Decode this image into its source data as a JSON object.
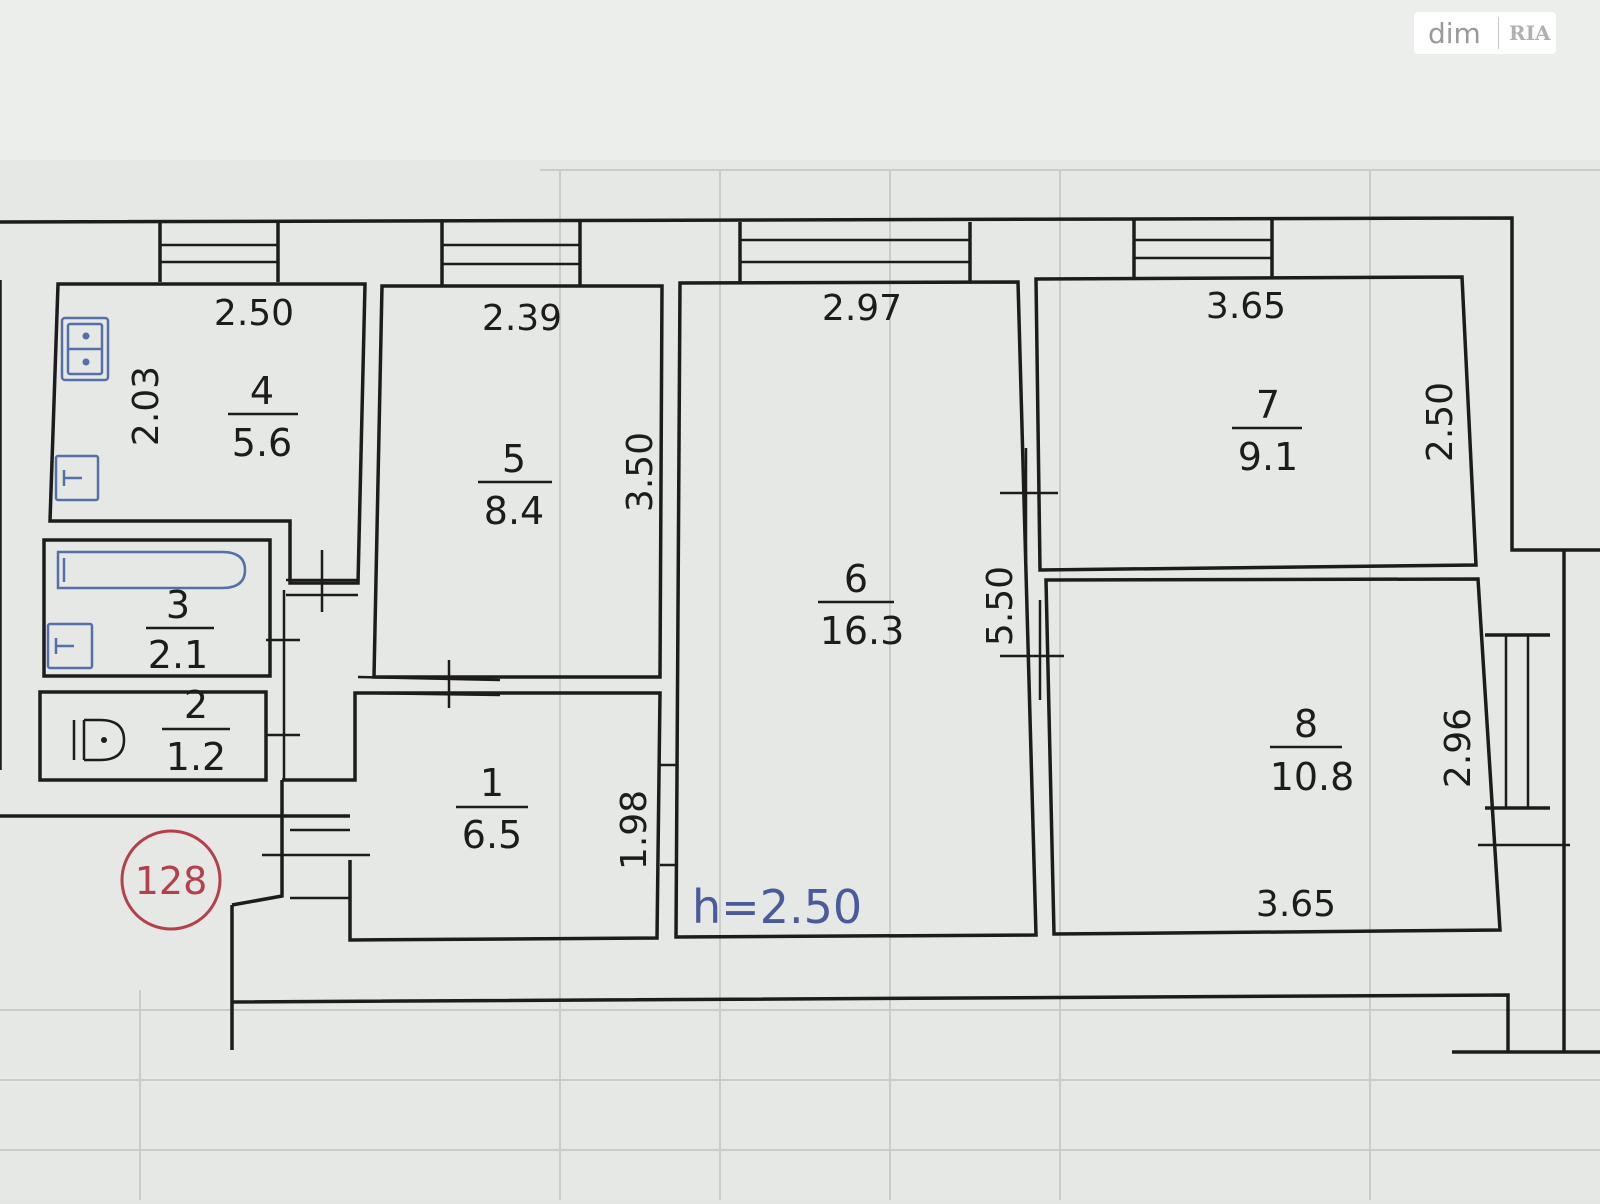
{
  "watermark": {
    "text": "dim",
    "logo": "RIA"
  },
  "stamp": {
    "number": "128"
  },
  "ceiling_height": "h=2.50",
  "rooms": [
    {
      "id": "1",
      "number": "1",
      "area": "6.5"
    },
    {
      "id": "2",
      "number": "2",
      "area": "1.2"
    },
    {
      "id": "3",
      "number": "3",
      "area": "2.1"
    },
    {
      "id": "4",
      "number": "4",
      "area": "5.6"
    },
    {
      "id": "5",
      "number": "5",
      "area": "8.4"
    },
    {
      "id": "6",
      "number": "6",
      "area": "16.3"
    },
    {
      "id": "7",
      "number": "7",
      "area": "9.1"
    },
    {
      "id": "8",
      "number": "8",
      "area": "10.8"
    }
  ],
  "dimensions": {
    "room4_width": "2.50",
    "room4_depth": "2.03",
    "room5_width": "2.39",
    "room5_depth": "3.50",
    "room6_width": "2.97",
    "room6_depth": "5.50",
    "room7_width": "3.65",
    "room7_depth": "2.50",
    "room8_depth": "2.96",
    "room8_width": "3.65",
    "room1_depth": "1.98"
  },
  "icons": [
    "sink-icon",
    "toilet-icon",
    "bathtub-icon",
    "stove-icon"
  ]
}
